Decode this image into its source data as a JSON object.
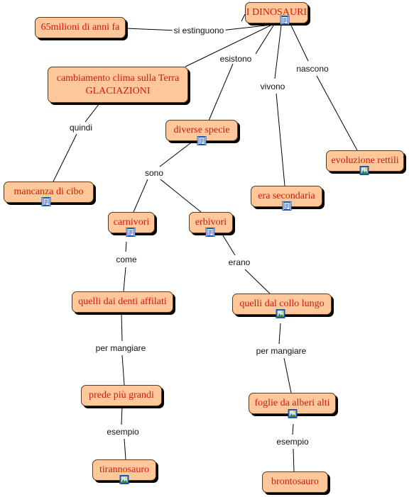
{
  "diagram": {
    "nodes": [
      {
        "id": "dinosauri",
        "text": [
          "I DINOSAURI"
        ],
        "icon": "document-icon"
      },
      {
        "id": "milioni",
        "text": [
          "65milioni di anni fa"
        ],
        "icon": null
      },
      {
        "id": "cambiamento",
        "text": [
          "cambiamento clima sulla Terra",
          "GLACIAZIONI"
        ],
        "icon": null
      },
      {
        "id": "mancanza",
        "text": [
          "mancanza di cibo"
        ],
        "icon": "document-icon"
      },
      {
        "id": "diverse",
        "text": [
          "diverse specie"
        ],
        "icon": "document-icon"
      },
      {
        "id": "era",
        "text": [
          "era secondaria"
        ],
        "icon": "document-icon"
      },
      {
        "id": "evoluzione",
        "text": [
          "evoluzione rettili"
        ],
        "icon": "image-icon"
      },
      {
        "id": "carnivori",
        "text": [
          "carnivori"
        ],
        "icon": "document-icon"
      },
      {
        "id": "erbivori",
        "text": [
          "erbivori"
        ],
        "icon": "document-icon"
      },
      {
        "id": "denti",
        "text": [
          "quelli dai denti affilati"
        ],
        "icon": null
      },
      {
        "id": "collo",
        "text": [
          "quelli dal collo lungo"
        ],
        "icon": "image-icon"
      },
      {
        "id": "prede",
        "text": [
          "prede più grandi"
        ],
        "icon": null
      },
      {
        "id": "foglie",
        "text": [
          "foglie da alberi alti"
        ],
        "icon": "image-icon"
      },
      {
        "id": "tirannosauro",
        "text": [
          "tirannosauro"
        ],
        "icon": "image-icon"
      },
      {
        "id": "brontosauro",
        "text": [
          "brontosauro"
        ],
        "icon": null
      }
    ],
    "links": [
      {
        "id": "si-estinguono",
        "label": "si estinguono",
        "targets": [
          "milioni",
          "cambiamento"
        ]
      },
      {
        "id": "esistono",
        "label": "esistono",
        "targets": [
          "diverse"
        ]
      },
      {
        "id": "vivono",
        "label": "vivono",
        "targets": [
          "era"
        ]
      },
      {
        "id": "nascono",
        "label": "nascono",
        "targets": [
          "evoluzione"
        ]
      },
      {
        "id": "quindi",
        "label": "quindi",
        "targets": [
          "mancanza"
        ]
      },
      {
        "id": "sono",
        "label": "sono",
        "targets": [
          "carnivori",
          "erbivori"
        ]
      },
      {
        "id": "come",
        "label": "come",
        "targets": [
          "denti"
        ]
      },
      {
        "id": "erano",
        "label": "erano",
        "targets": [
          "collo"
        ]
      },
      {
        "id": "per-mangiare-1",
        "label": "per mangiare",
        "targets": [
          "prede"
        ]
      },
      {
        "id": "per-mangiare-2",
        "label": "per mangiare",
        "targets": [
          "foglie"
        ]
      },
      {
        "id": "esempio-1",
        "label": "esempio",
        "targets": [
          "tirannosauro"
        ]
      },
      {
        "id": "esempio-2",
        "label": "esempio",
        "targets": [
          "brontosauro"
        ]
      }
    ]
  }
}
